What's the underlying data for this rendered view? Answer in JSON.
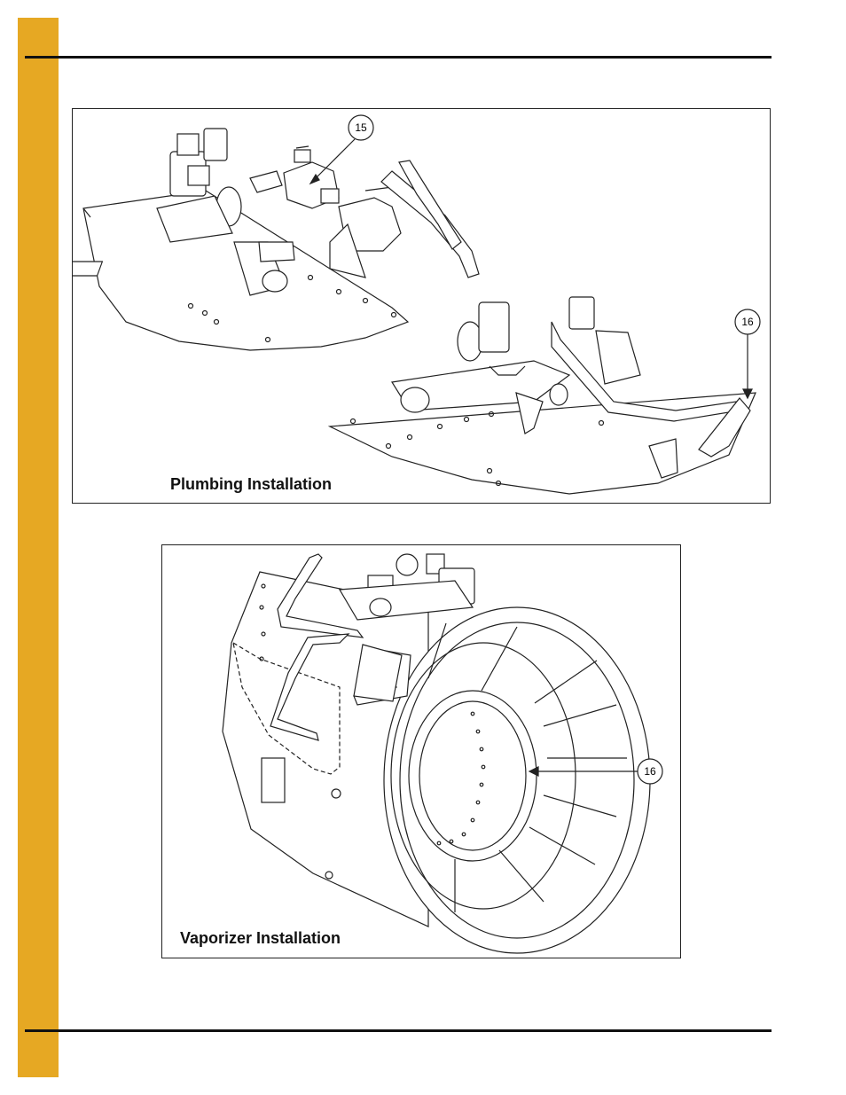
{
  "figures": {
    "plumbing": {
      "caption": "Plumbing Installation",
      "callouts": [
        "15",
        "16"
      ]
    },
    "vaporizer": {
      "caption": "Vaporizer Installation",
      "callouts": [
        "16"
      ]
    }
  },
  "colors": {
    "side_bar": "#e6a823",
    "rule": "#111111",
    "line": "#222222"
  }
}
